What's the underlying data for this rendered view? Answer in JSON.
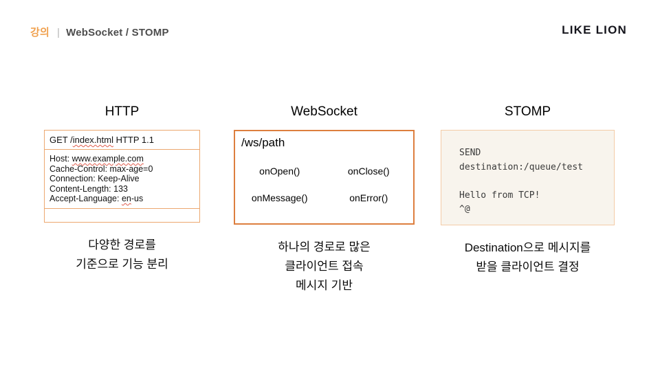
{
  "header": {
    "category": "강의",
    "divider": "|",
    "subtitle": "WebSocket / STOMP",
    "logo": "LIKE LION"
  },
  "colors": {
    "accent": "#F0A14F",
    "http_border": "#ECA76F",
    "websocket_border": "#DD7E3E",
    "stomp_border": "#F3CBA6",
    "stomp_background": "#F8F4ED",
    "spellcheck_underline": "#E05A4A"
  },
  "http": {
    "title": "HTTP",
    "request_line": {
      "pre": "GET /",
      "path": "index.html",
      "post": " HTTP 1.1"
    },
    "headers": [
      {
        "label": "Host: ",
        "value": "www.example.com"
      },
      {
        "text": "Cache-Control: max-age=0"
      },
      {
        "text": "Connection: Keep-Alive"
      },
      {
        "text": "Content-Length: 133"
      },
      {
        "label": "Accept-Language: ",
        "value": "en",
        "suffix": "-us"
      }
    ],
    "caption": [
      "다양한 경로를",
      "기준으로 기능 분리"
    ]
  },
  "websocket": {
    "title": "WebSocket",
    "path": "/ws/path",
    "callbacks": [
      "onOpen()",
      "onClose()",
      "onMessage()",
      "onError()"
    ],
    "caption": [
      "하나의 경로로 많은",
      "클라이언트 접속",
      "메시지 기반"
    ]
  },
  "stomp": {
    "title": "STOMP",
    "frame_lines": [
      "SEND",
      "destination:/queue/test",
      "",
      "Hello from TCP!",
      "^@"
    ],
    "caption": [
      "Destination으로 메시지를",
      "받을 클라이언트 결정"
    ]
  }
}
